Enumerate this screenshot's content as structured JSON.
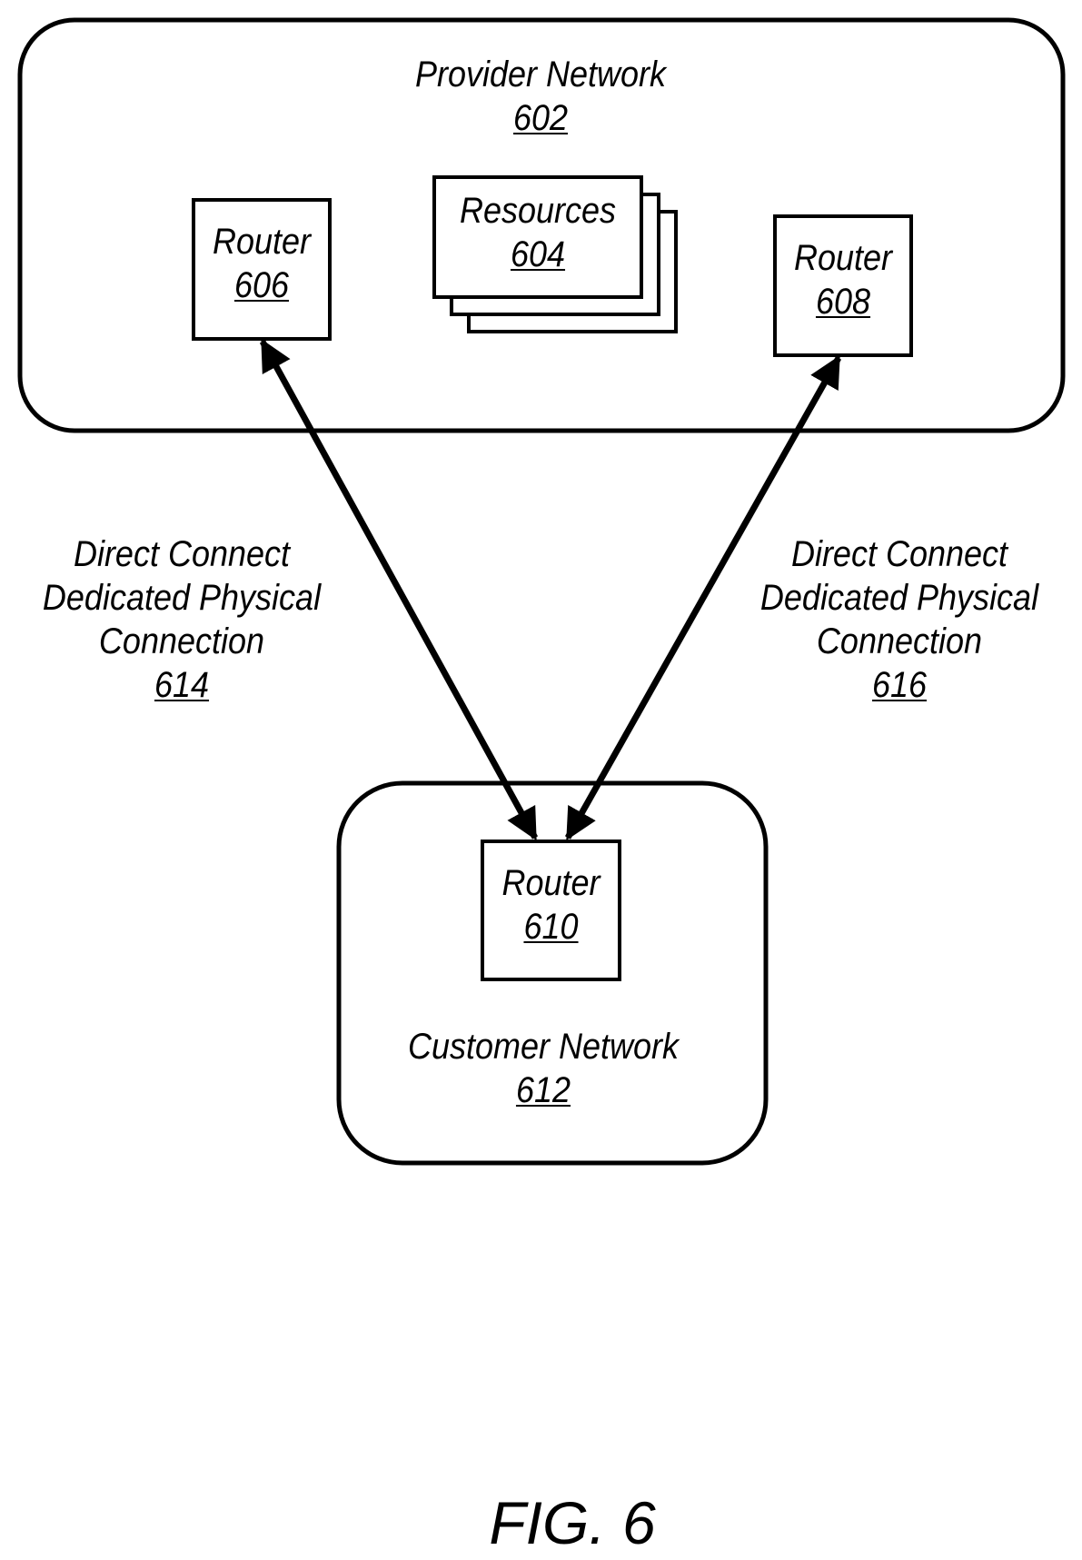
{
  "provider_network": {
    "label": "Provider Network",
    "ref": "602"
  },
  "resources": {
    "label": "Resources",
    "ref": "604"
  },
  "router_606": {
    "label": "Router",
    "ref": "606"
  },
  "router_608": {
    "label": "Router",
    "ref": "608"
  },
  "router_610": {
    "label": "Router",
    "ref": "610"
  },
  "customer_network": {
    "label": "Customer Network",
    "ref": "612"
  },
  "connection_614": {
    "line1": "Direct Connect",
    "line2": "Dedicated Physical",
    "line3": "Connection",
    "ref": "614"
  },
  "connection_616": {
    "line1": "Direct Connect",
    "line2": "Dedicated Physical",
    "line3": "Connection",
    "ref": "616"
  },
  "figure": {
    "caption": "FIG. 6"
  },
  "colors": {
    "stroke": "#000000",
    "background": "#ffffff"
  }
}
